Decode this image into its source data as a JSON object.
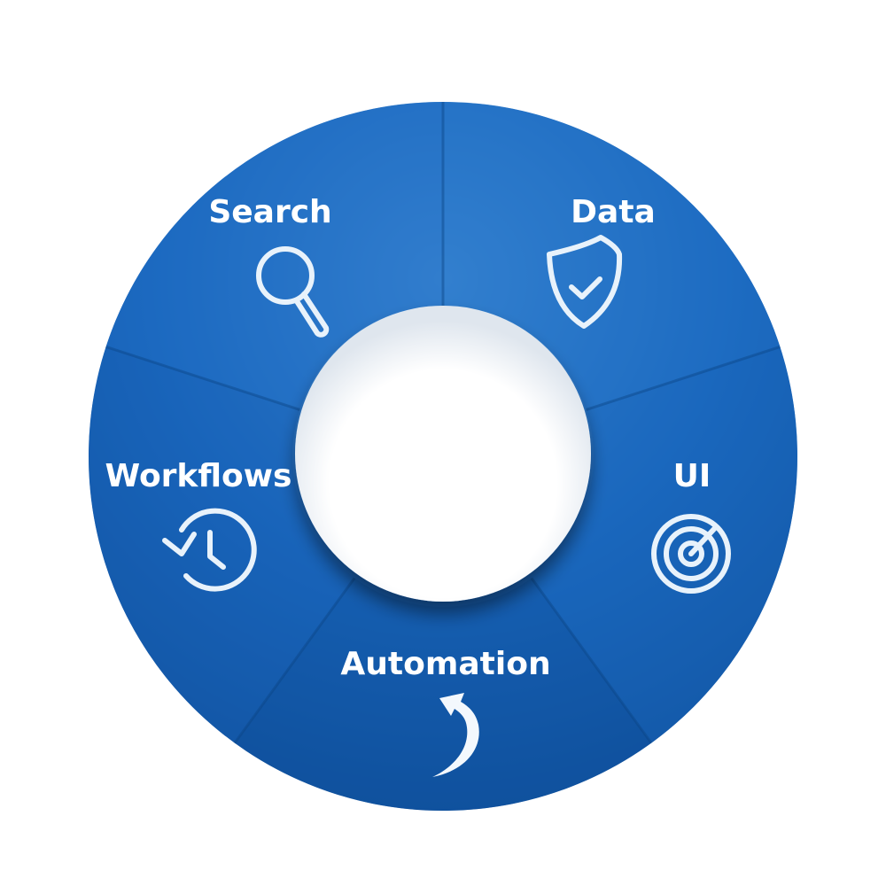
{
  "diagram": {
    "segments": [
      {
        "id": "search",
        "label": "Search",
        "icon": "magnifier-icon",
        "color": "#1d6cc2"
      },
      {
        "id": "data",
        "label": "Data",
        "icon": "shield-check-icon",
        "color": "#1f70c4"
      },
      {
        "id": "ui",
        "label": "UI",
        "icon": "radar-icon",
        "color": "#1a67bd"
      },
      {
        "id": "automation",
        "label": "Automation",
        "icon": "curved-arrow-icon",
        "color": "#135aa9"
      },
      {
        "id": "workflows",
        "label": "Workflows",
        "icon": "history-clock-icon",
        "color": "#1763b8"
      }
    ],
    "colors": {
      "ring_light": "#3d8bd6",
      "ring_dark": "#0f4d96",
      "center": "#ffffff",
      "icon_stroke": "#e8f2fb"
    }
  }
}
